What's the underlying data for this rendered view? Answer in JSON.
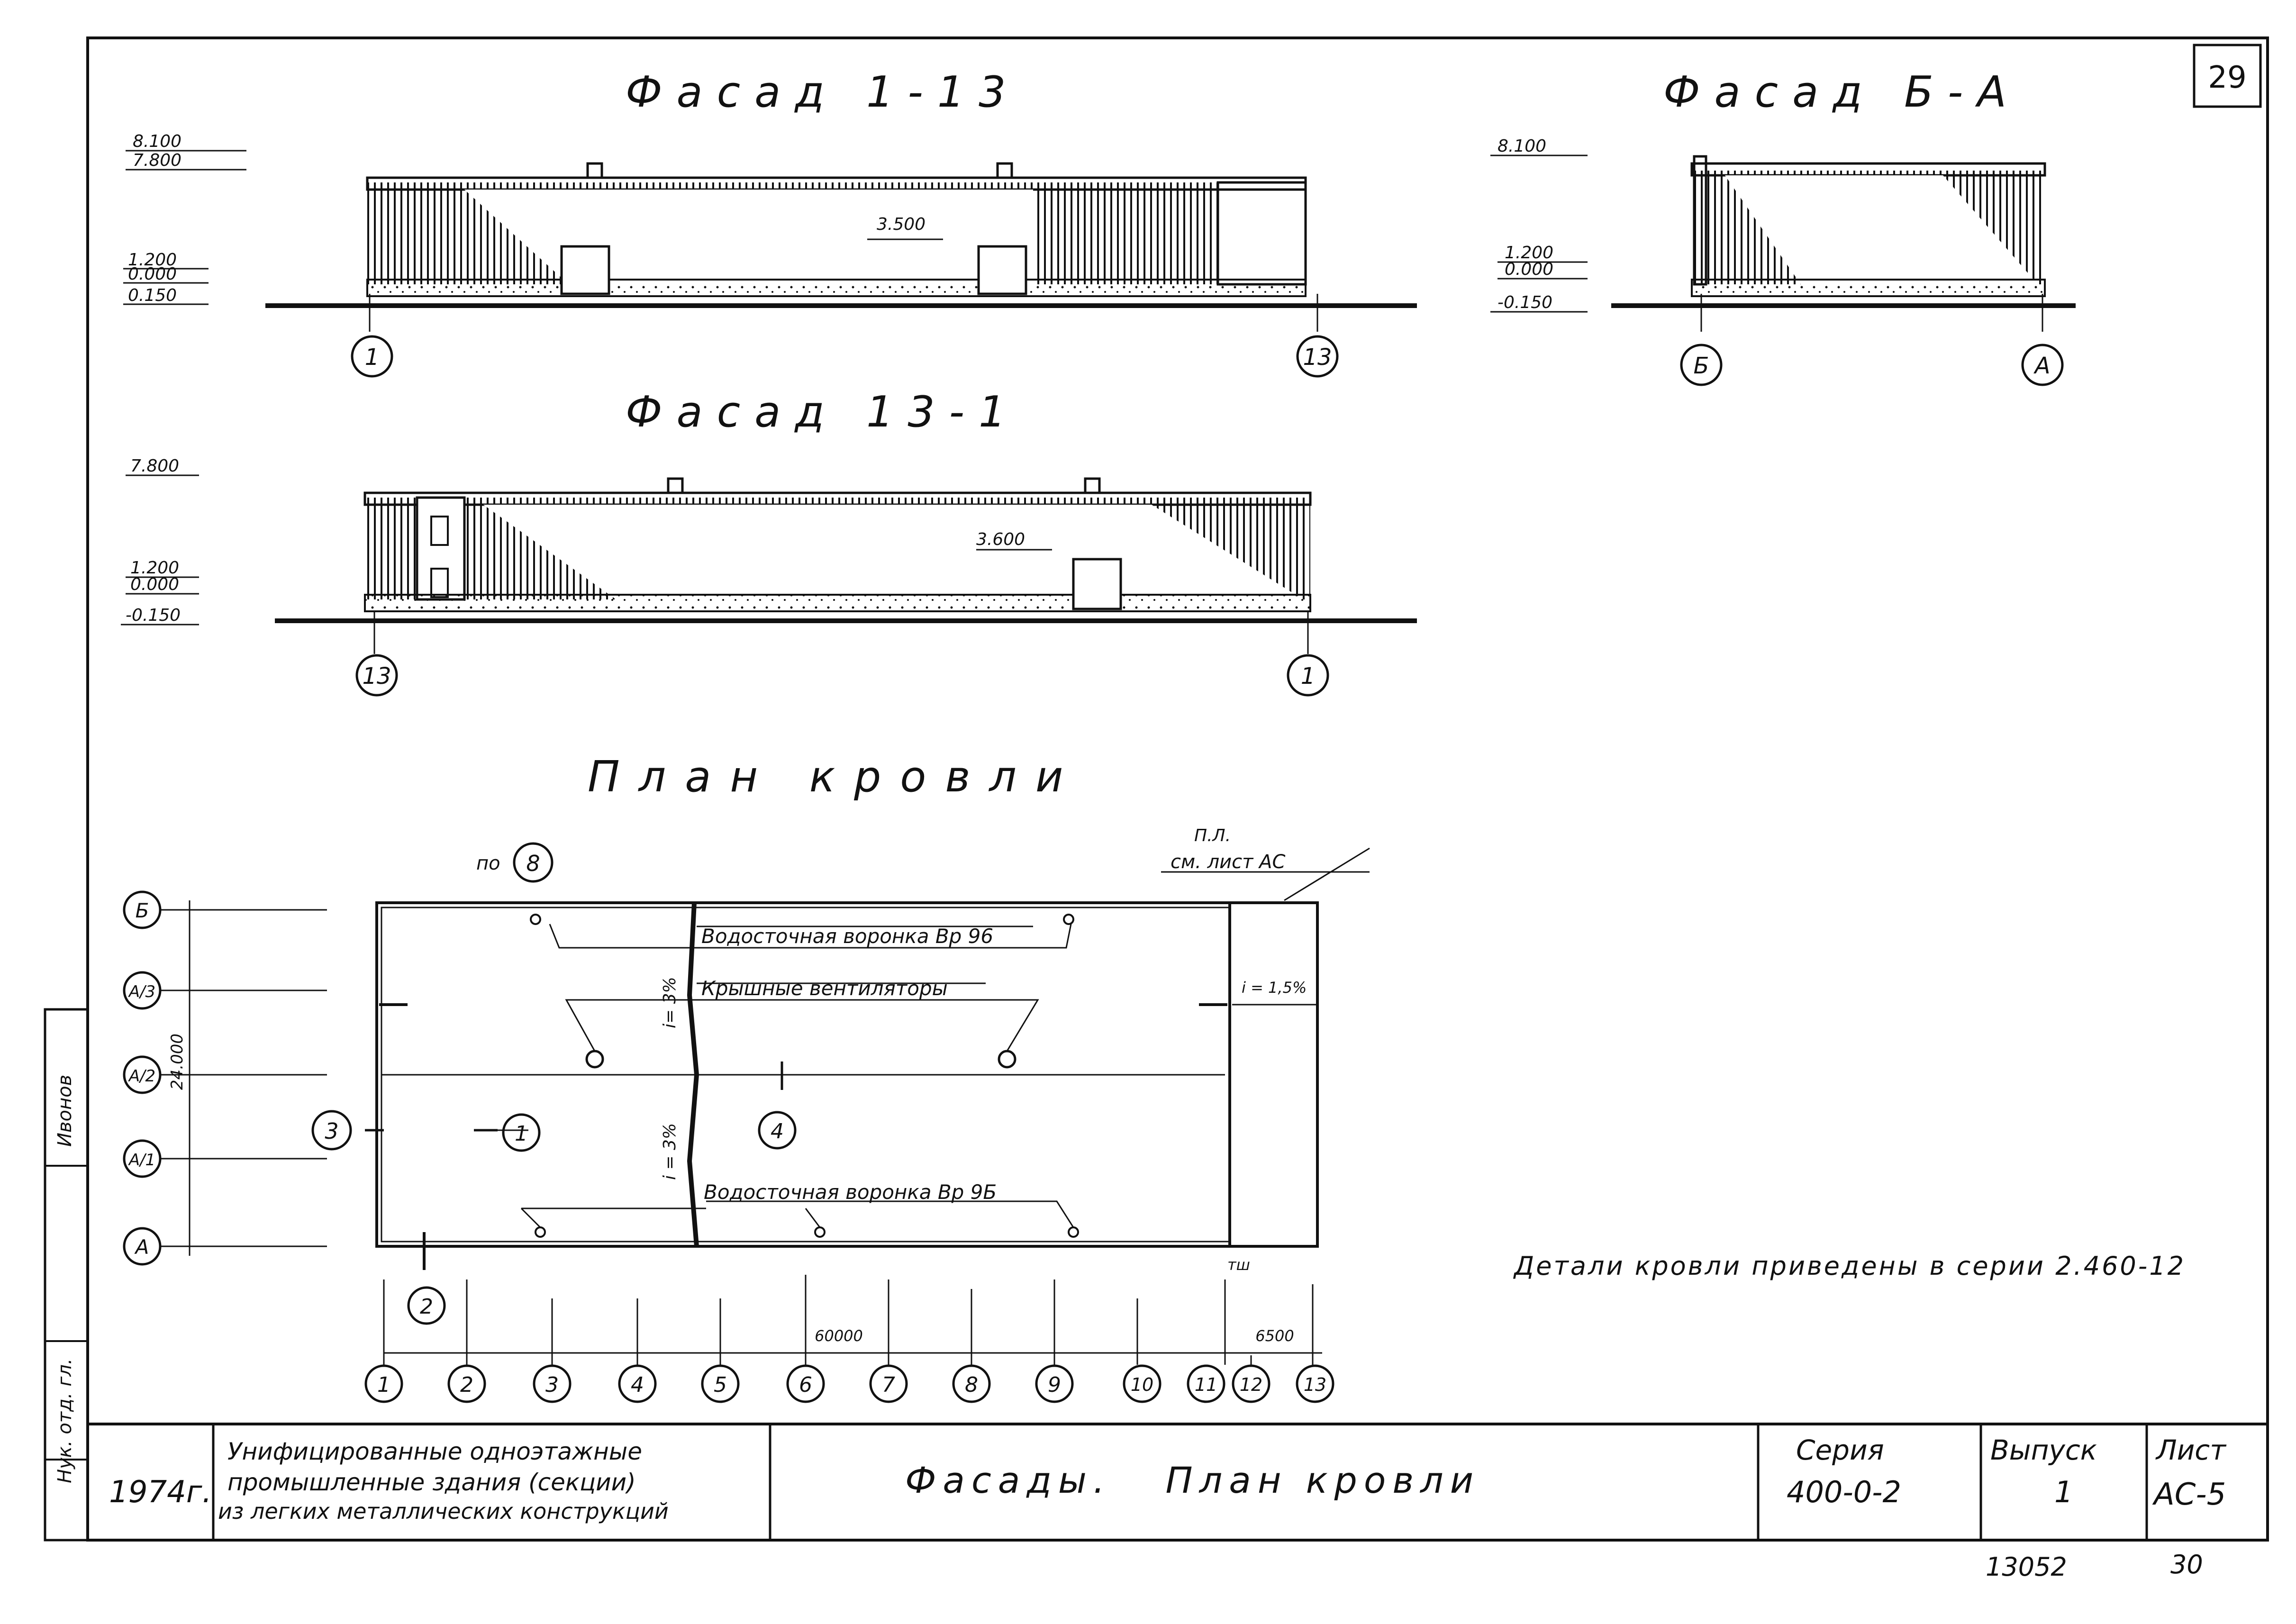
{
  "sheet": {
    "page_number": "29",
    "bottom_codes": {
      "left": "13052",
      "right": "30"
    }
  },
  "facade_1_13": {
    "title": "Фасад 1-13",
    "levels": [
      "8.100",
      "7.800",
      "1.200",
      "0.000",
      "0.150"
    ],
    "mark": "3.500",
    "axes": [
      "1",
      "13"
    ]
  },
  "facade_13_1": {
    "title": "Фасад 13-1",
    "levels": [
      "7.800",
      "1.200",
      "0.000",
      "-0.150"
    ],
    "mark": "3.600",
    "axes": [
      "13",
      "1"
    ]
  },
  "facade_b_a": {
    "title": "Фасад Б-А",
    "levels": [
      "8.100",
      "1.200",
      "0.000",
      "-0.150"
    ],
    "axes": [
      "Б",
      "А"
    ]
  },
  "roof_plan": {
    "title": "План кровли",
    "ref_note": "по",
    "ref_circle": "8",
    "pl_note_1": "П.Л.",
    "pl_note_2": "см. лист АС",
    "row_axes": [
      "Б",
      "А/3",
      "А/2",
      "А/1",
      "А"
    ],
    "col_axes": [
      "1",
      "2",
      "3",
      "4",
      "5",
      "6",
      "7",
      "8",
      "9",
      "10",
      "11",
      "12",
      "13"
    ],
    "callouts": {
      "funnel_top": "Водосточная воронка Вр 96",
      "fans": "Крышные вентиляторы",
      "funnel_bottom": "Водосточная воронка Вр 9Б"
    },
    "slopes": {
      "upper": "i= 3%",
      "lower": "i = 3%",
      "annex": "i = 1,5%"
    },
    "dims": {
      "height": "24.000",
      "main_length": "60000",
      "annex_length": "6500",
      "joint": "тш"
    },
    "markers": [
      "3",
      "1",
      "4",
      "2"
    ]
  },
  "note": "Детали кровли приведены в серии 2.460-12",
  "side_stamp": {
    "line1": "Ивонов",
    "line2": "Нук. отд. гл."
  },
  "title_block": {
    "year": "1974г.",
    "project_line1": "Унифицированные одноэтажные",
    "project_line2": "промышленные здания (секции)",
    "project_line3": "из легких металлических конструкций",
    "sheet_title": "Фасады.   План кровли",
    "series_label": "Серия",
    "series_value": "400-0-2",
    "issue_label": "Выпуск",
    "issue_value": "1",
    "sheet_label": "Лист",
    "sheet_value": "АС-5"
  },
  "colors": {
    "ink": "#111111",
    "paper": "#ffffff"
  }
}
